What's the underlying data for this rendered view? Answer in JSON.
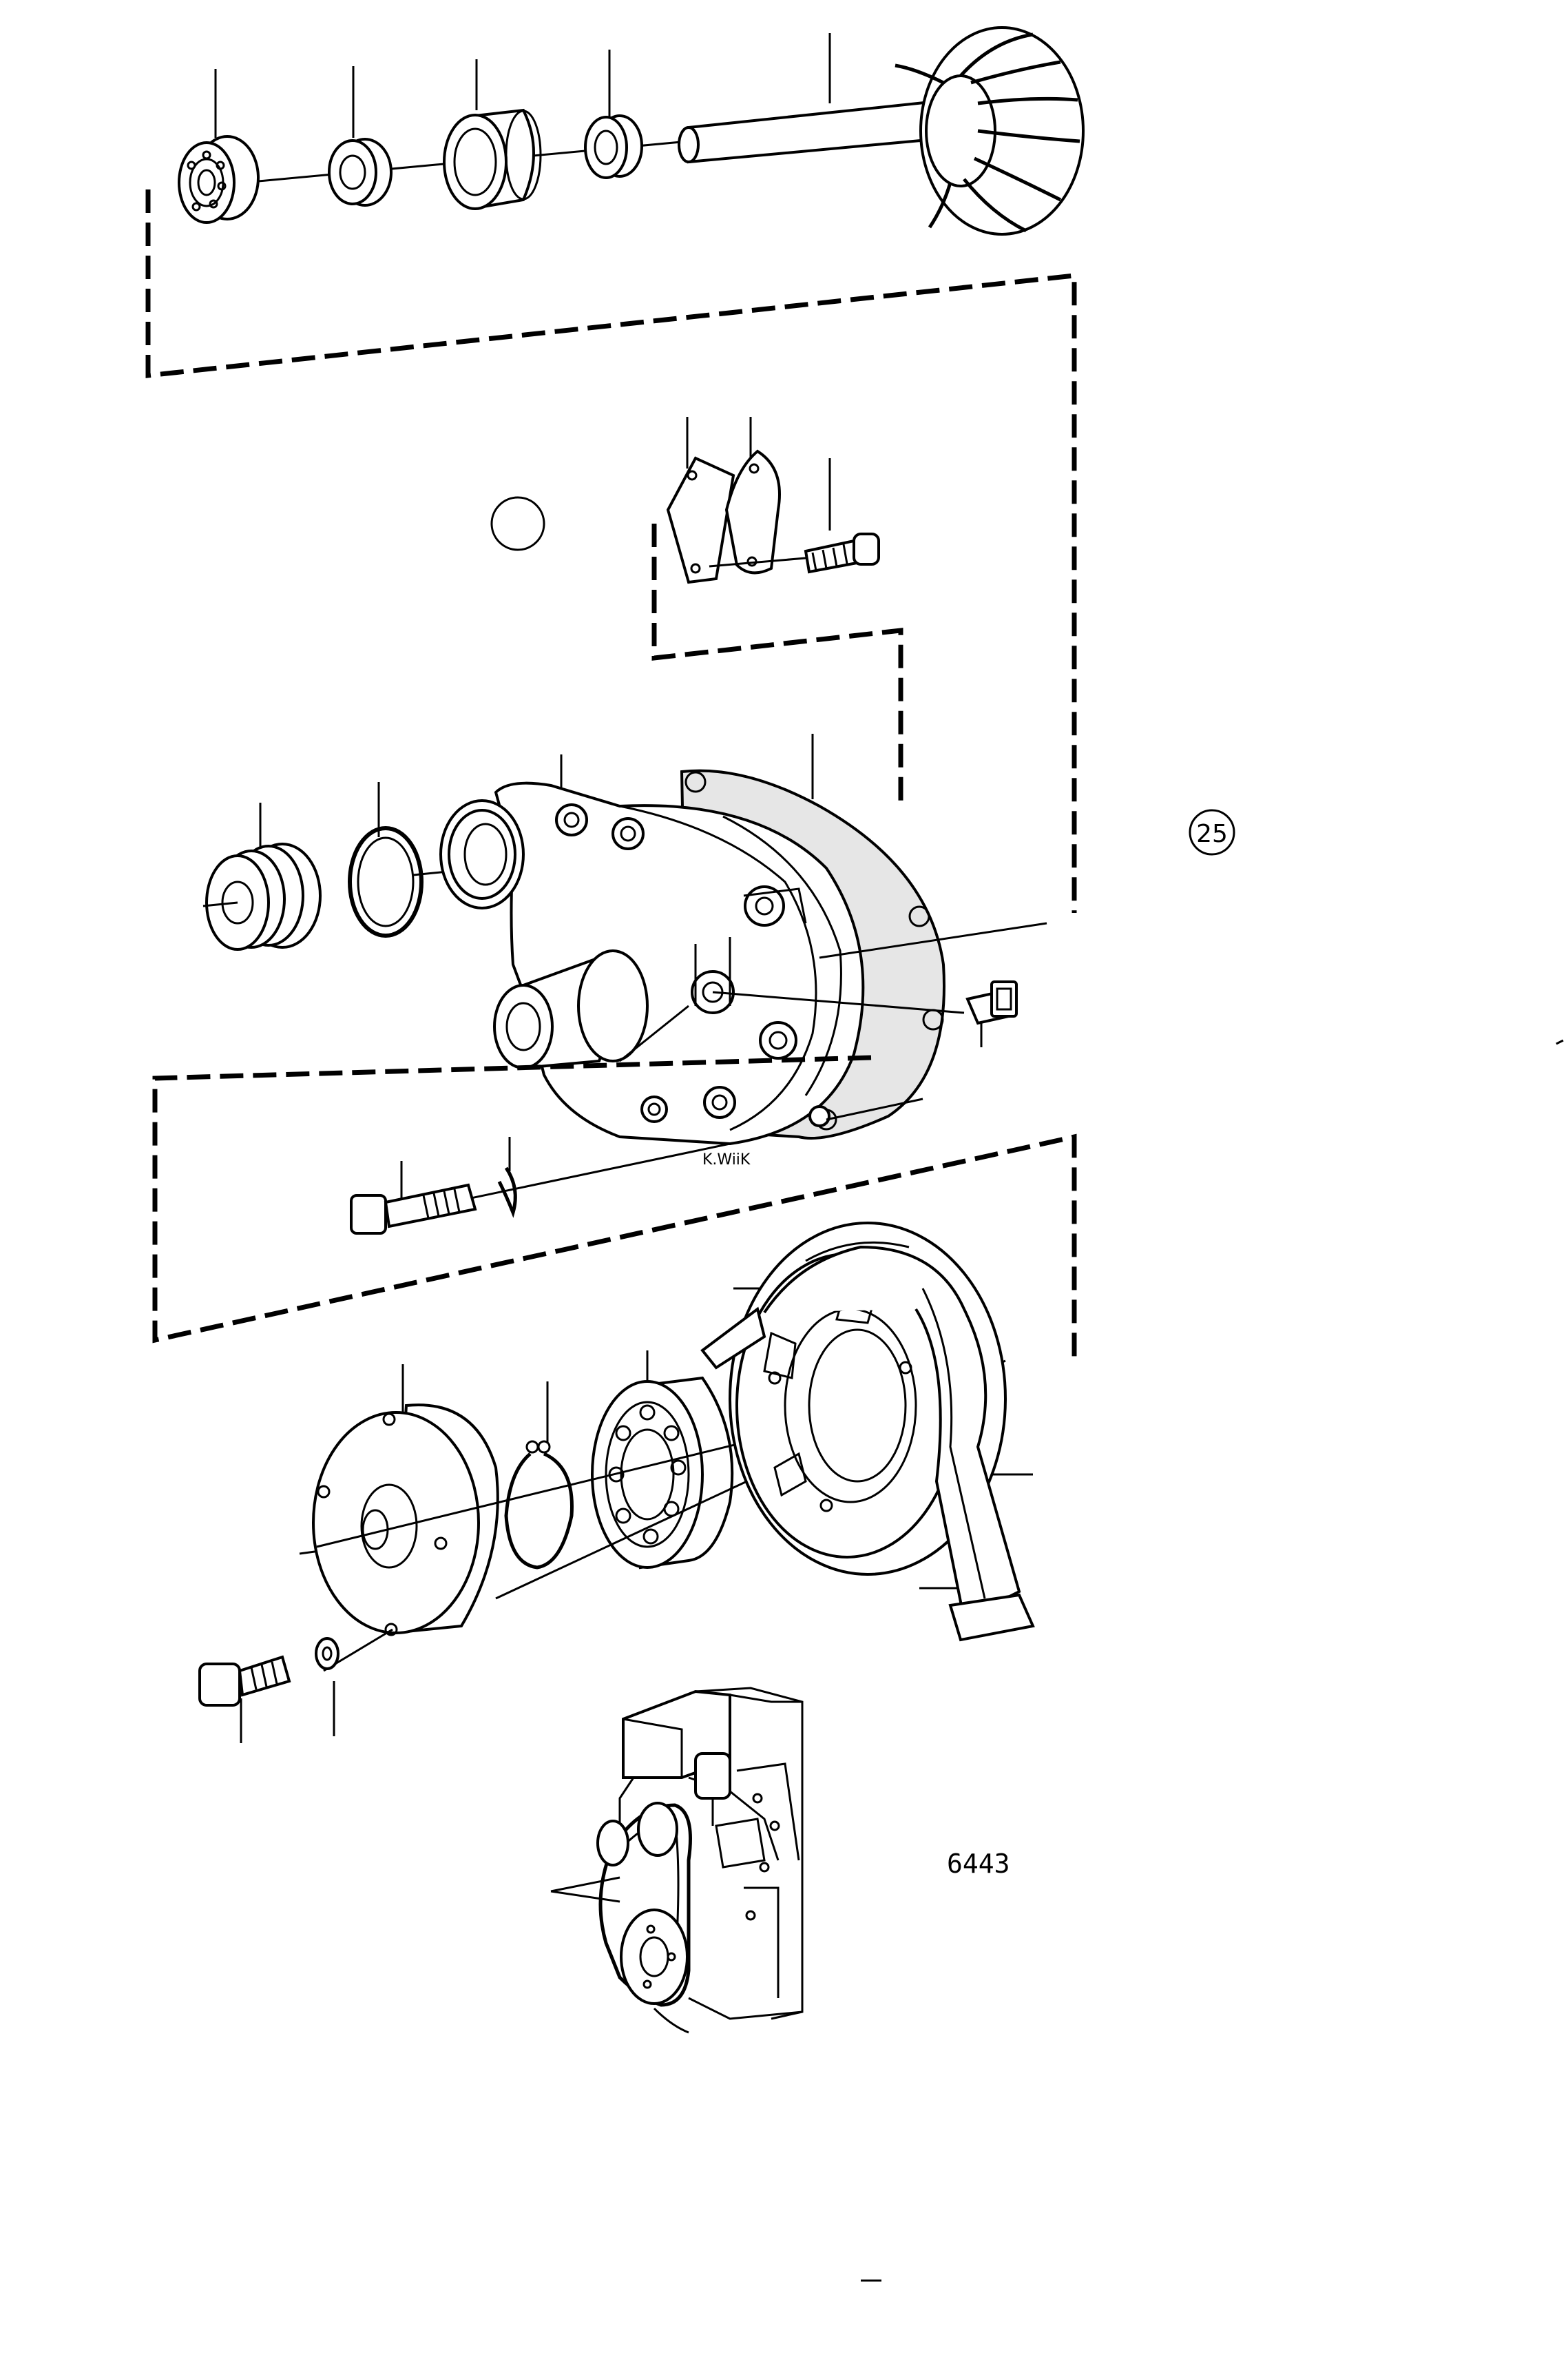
{
  "figure": {
    "reference_number": "6443",
    "page_badge": "25",
    "stamp": "K.WiiK"
  },
  "parts": [
    "ball-bearing",
    "seal-ring",
    "bushing",
    "shaft-seal",
    "impeller-shaft",
    "cover-plate",
    "gasket",
    "screw",
    "pump-plug",
    "o-ring",
    "pump-housing",
    "housing-gasket",
    "plug",
    "bolt",
    "spring-washer",
    "pulley-hub",
    "circlip",
    "pulley-bearing",
    "pulley",
    "v-belt",
    "flange-bolt",
    "washer"
  ]
}
